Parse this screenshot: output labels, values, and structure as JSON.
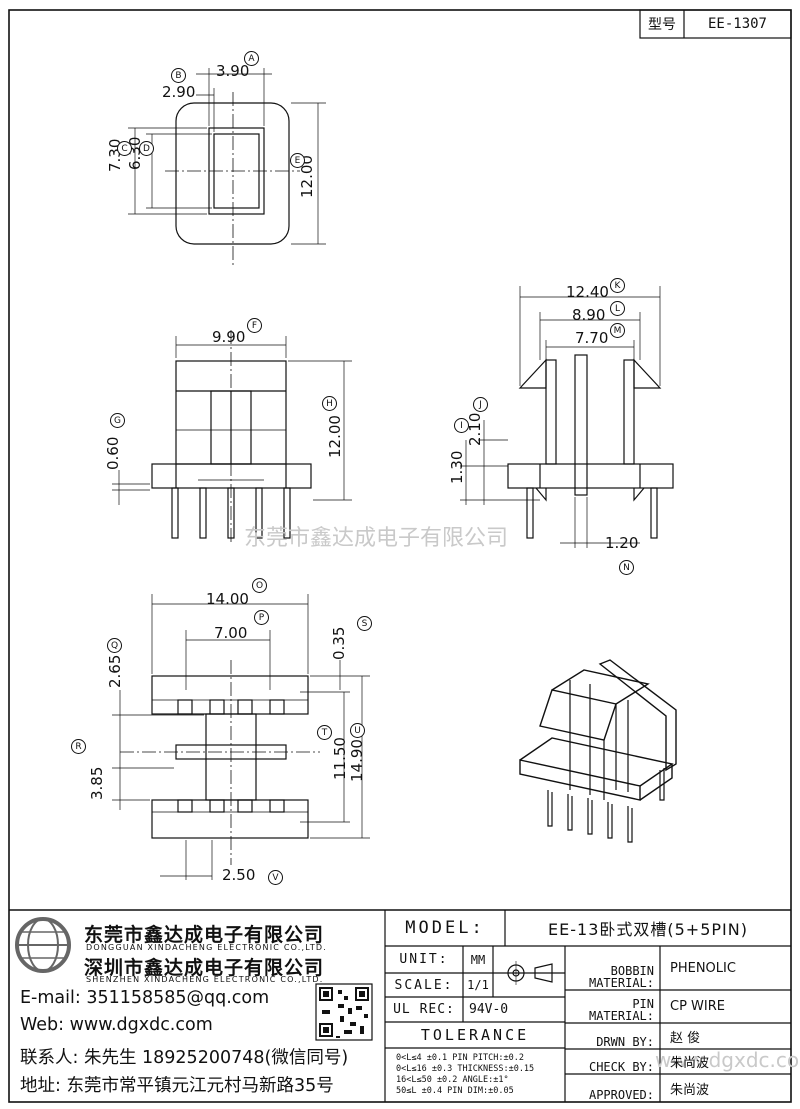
{
  "model_box": {
    "label": "型号",
    "value": "EE-1307"
  },
  "dimensions": {
    "A": "3.90",
    "B": "2.90",
    "C": "7.30",
    "D": "6.30",
    "E": "12.00",
    "F": "9.90",
    "H": "12.00",
    "G": "0.60",
    "K": "12.40",
    "L": "8.90",
    "M": "7.70",
    "J": "2.10",
    "I": "1.30",
    "N": "1.20",
    "O": "14.00",
    "P": "7.00",
    "S": "0.35",
    "Q": "2.65",
    "T": "11.50",
    "U": "14.90",
    "R": "3.85",
    "V": "2.50"
  },
  "markers": [
    "A",
    "B",
    "C",
    "D",
    "E",
    "F",
    "G",
    "H",
    "I",
    "J",
    "K",
    "L",
    "M",
    "N",
    "O",
    "P",
    "Q",
    "R",
    "S",
    "T",
    "U",
    "V"
  ],
  "watermark": "东莞市鑫达成电子有限公司",
  "watermark_url": "www.dgxdc.com",
  "company": {
    "name_1": "东莞市鑫达成电子有限公司",
    "name_1_en": "DONGGUAN XINDACHENG ELECTRONIC CO.,LTD.",
    "name_2": "深圳市鑫达成电子有限公司",
    "name_2_en": "SHENZHEN XINDACHENG ELECTRONIC CO.,LTD.",
    "email": "E-mail: 351158585@qq.com",
    "web": "Web: www.dgxdc.com",
    "contact": "联系人: 朱先生 18925200748(微信同号)",
    "address": "地址: 东莞市常平镇元江元村马新路35号"
  },
  "title_block": {
    "model_label": "MODEL:",
    "model_value": "EE-13卧式双槽(5+5PIN)",
    "unit_label": "UNIT:",
    "unit_value": "MM",
    "scale_label": "SCALE:",
    "scale_value": "1/1",
    "ulrec_label": "UL REC:",
    "ulrec_value": "94V-0",
    "tolerance_label": "TOLERANCE",
    "bobbin_label_1": "BOBBIN",
    "bobbin_label_2": "MATERIAL:",
    "bobbin_value": "PHENOLIC",
    "pin_label_1": "PIN",
    "pin_label_2": "MATERIAL:",
    "pin_value": "CP WIRE",
    "drawn_label": "DRWN BY:",
    "drawn_value": "赵 俊",
    "check_label": "CHECK BY:",
    "check_value": "朱尚波",
    "approved_label": "APPROVED:",
    "approved_value": "朱尚波",
    "tolerances": [
      "0<L≤4    ±0.1  PIN PITCH:±0.2",
      "0<L≤16   ±0.3  THICKNESS:±0.15",
      "16<L≤50  ±0.2  ANGLE:±1°",
      "50≤L     ±0.4  PIN DIM:±0.05"
    ]
  }
}
